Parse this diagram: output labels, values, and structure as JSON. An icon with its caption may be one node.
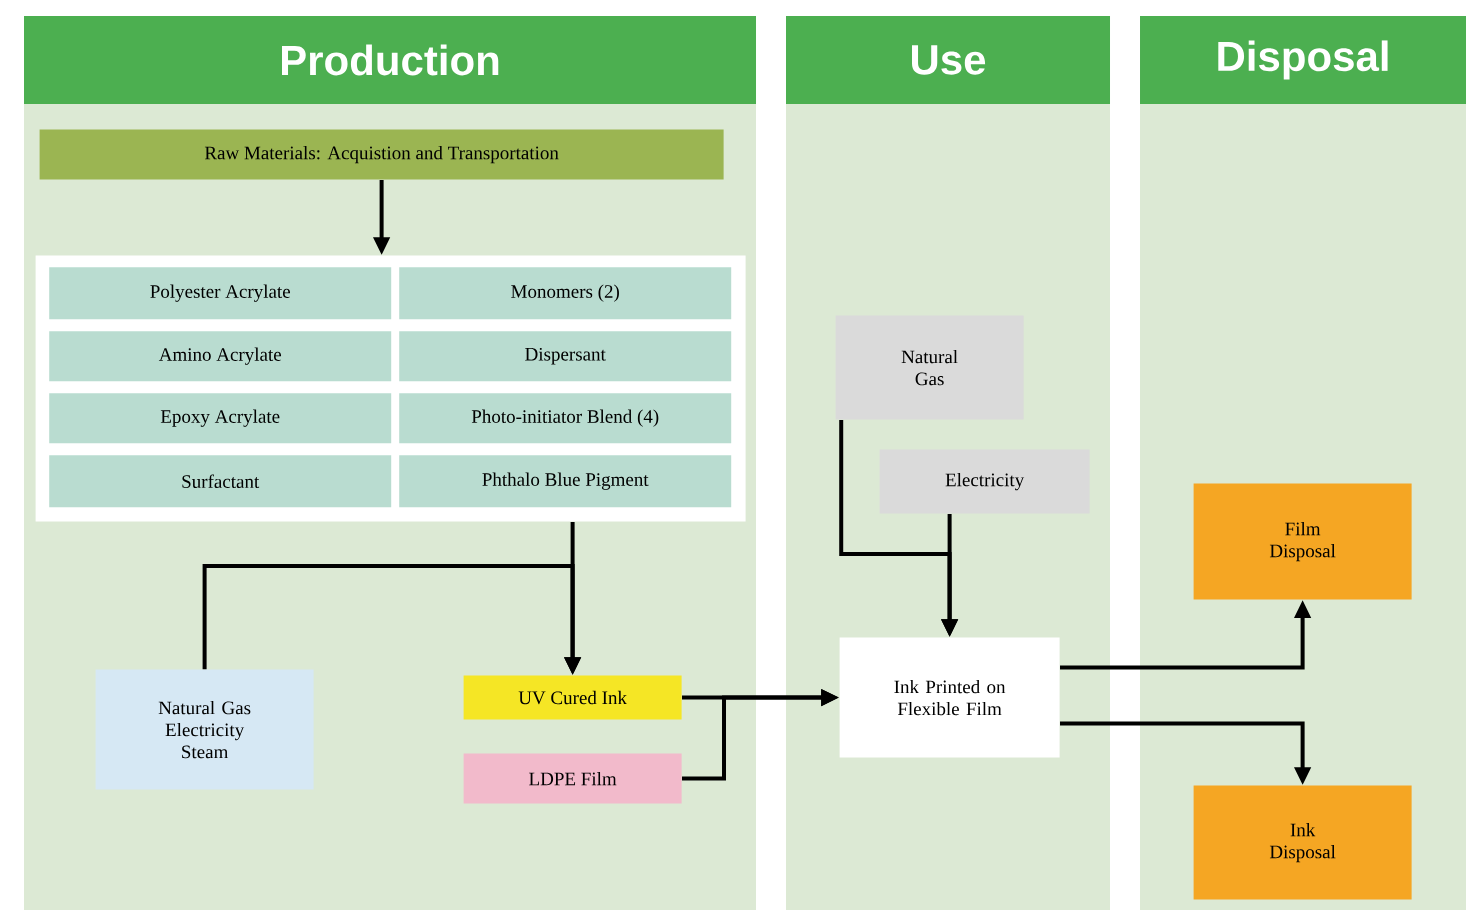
{
  "diagram": {
    "nodes": [
      {
        "text": [
          "Production"
        ]
      },
      {
        "text": [
          "Use"
        ]
      },
      {
        "text": [
          "Disposal"
        ]
      },
      {
        "text": [
          "Raw Materials: Acquistion and Transportation"
        ],
        "in": 0
      },
      {
        "text": [],
        "shape": "box",
        "in": 0
      },
      {
        "text": [
          "Polyester Acrylate"
        ],
        "in": 4
      },
      {
        "text": [
          "Monomers (2)"
        ],
        "in": 4
      },
      {
        "text": [
          "Amino Acrylate"
        ],
        "in": 4
      },
      {
        "text": [
          "Dispersant"
        ],
        "in": 4
      },
      {
        "text": [
          "Epoxy Acrylate"
        ],
        "in": 4
      },
      {
        "text": [
          "Photo-initiator Blend (4)"
        ],
        "in": 4
      },
      {
        "text": [
          "Surfactant"
        ],
        "in": 4
      },
      {
        "text": [
          "Phthalo Blue Pigment"
        ],
        "in": 4
      },
      {
        "text": [
          "Natural Gas Electricity Steam"
        ],
        "in": 0
      },
      {
        "text": [
          "UV Cured Ink"
        ],
        "in": 0
      },
      {
        "text": [
          "LDPE Film"
        ],
        "in": 0
      },
      {
        "text": [
          "Natural Gas"
        ],
        "in": 1
      },
      {
        "text": [
          "Electricity"
        ],
        "in": 1
      },
      {
        "text": [
          "Ink Printed on Flexible Film"
        ],
        "in": 1
      },
      {
        "text": [
          "Film Disposal"
        ],
        "in": 2
      },
      {
        "text": [
          "Ink Disposal"
        ],
        "in": 2
      }
    ],
    "edges": [
      {
        "from": 3,
        "to": 4,
        "arrow": "to"
      },
      {
        "from": 4,
        "to": 14,
        "arrow": "to"
      },
      {
        "from": 13,
        "to": 14,
        "arrow": "to"
      },
      {
        "from": 14,
        "to": 18,
        "arrow": "to"
      },
      {
        "from": 15,
        "to": 18,
        "arrow": "to"
      },
      {
        "from": 16,
        "to": 18,
        "arrow": "to"
      },
      {
        "from": 17,
        "to": 18,
        "arrow": "to"
      },
      {
        "from": 18,
        "to": 19,
        "arrow": "to"
      },
      {
        "from": 18,
        "to": 20,
        "arrow": "to"
      }
    ]
  }
}
